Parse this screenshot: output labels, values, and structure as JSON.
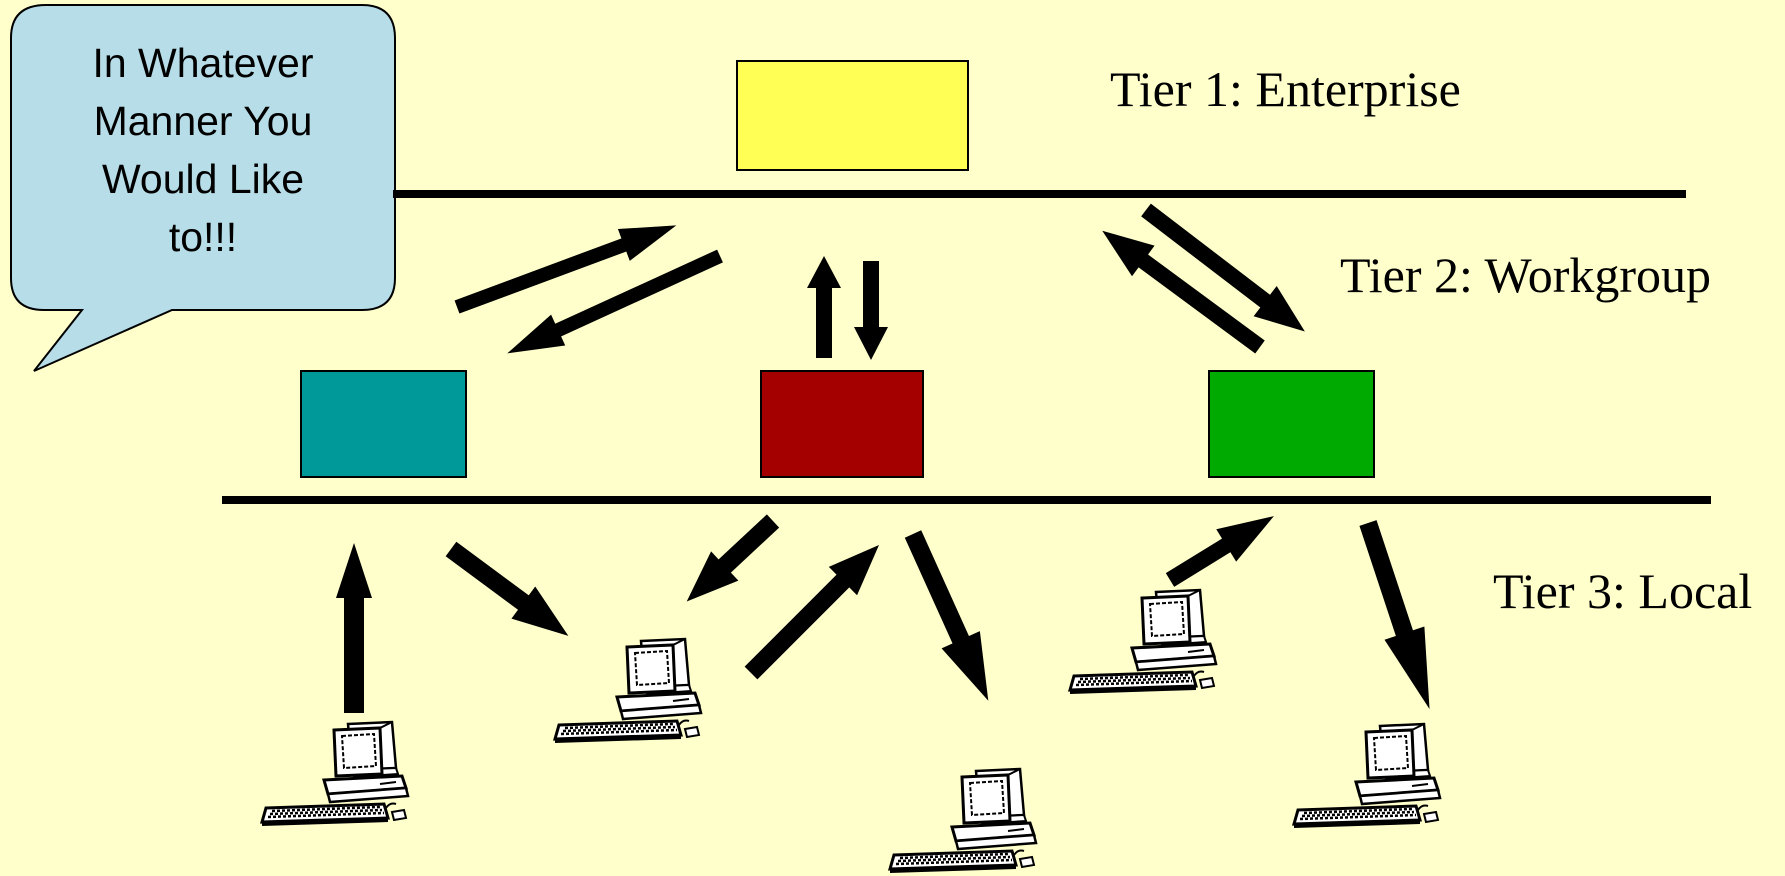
{
  "callout": {
    "lines": [
      "In Whatever",
      "Manner You",
      "Would Like",
      "to!!!"
    ],
    "fill": "#B7DEE8"
  },
  "tiers": [
    {
      "label": "Tier 1: Enterprise"
    },
    {
      "label": "Tier 2: Workgroup"
    },
    {
      "label": "Tier 3: Local"
    }
  ],
  "nodes": {
    "enterprise_color": "#FFFF55",
    "workgroup_colors": [
      "#009999",
      "#A50000",
      "#00AA00"
    ]
  },
  "colors": {
    "background": "#FFFFCC",
    "lines": "#000000"
  },
  "icons": [
    "desktop-computer-icon"
  ]
}
